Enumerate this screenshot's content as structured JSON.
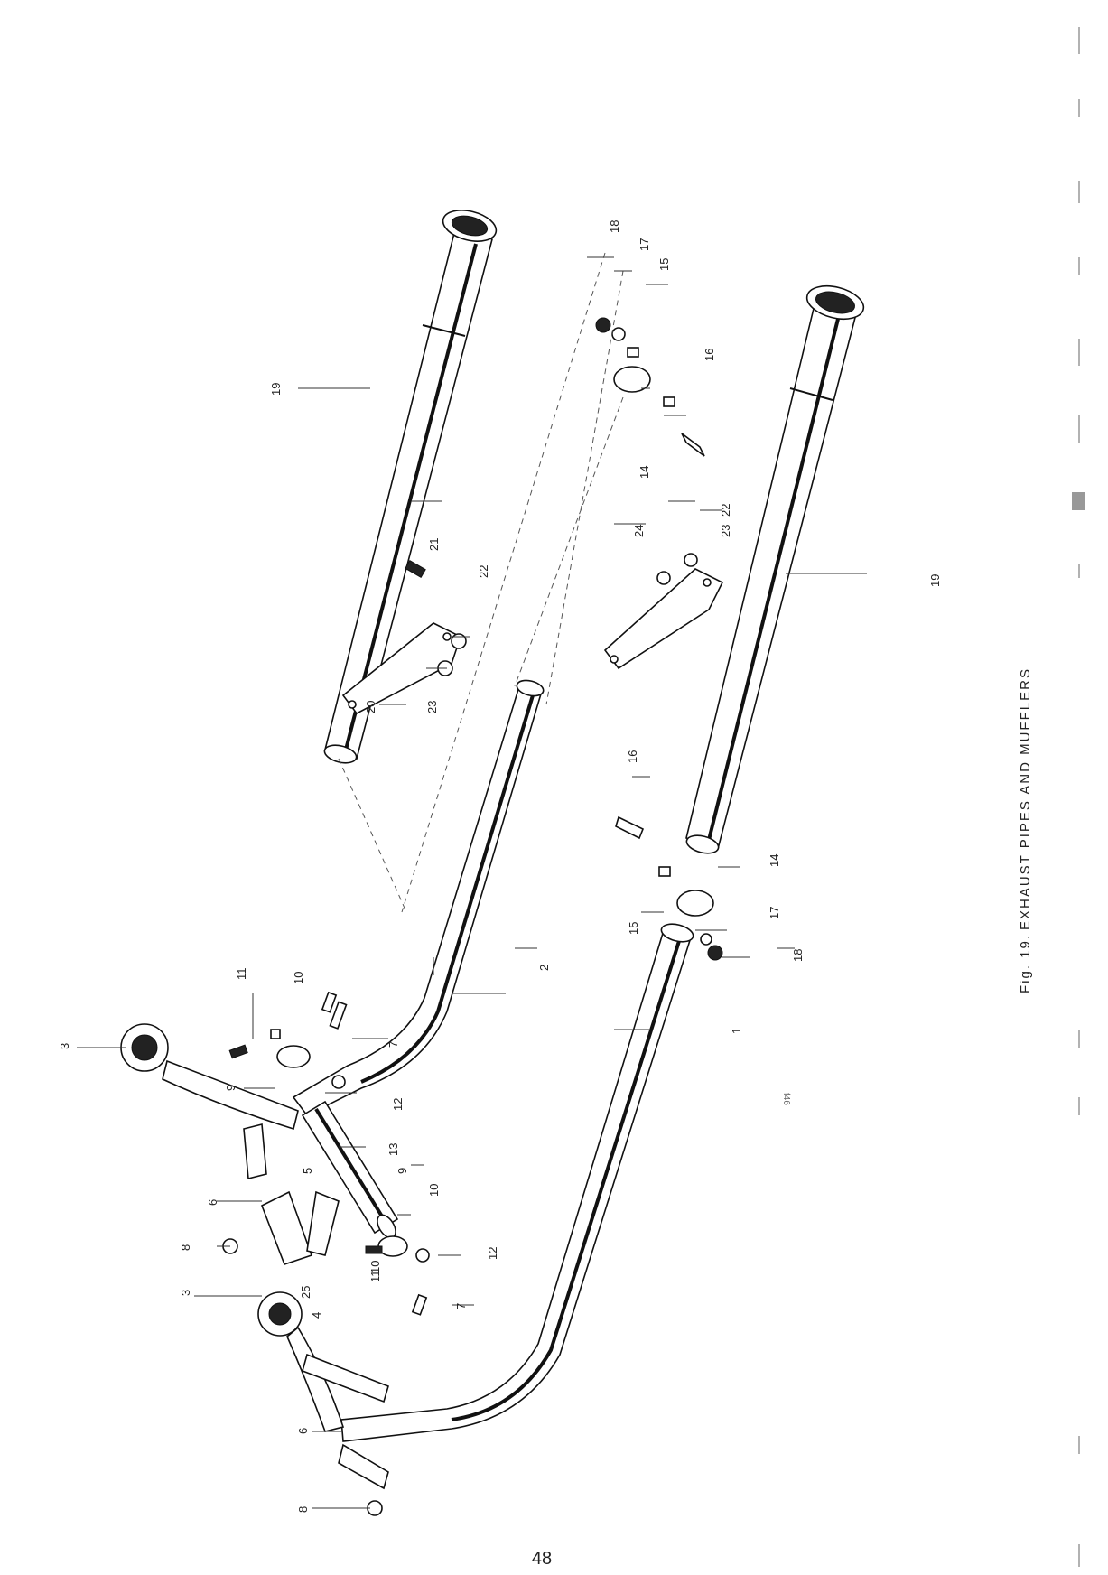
{
  "caption": {
    "fig": "Fig. 19.",
    "title": "EXHAUST PIPES AND MUFFLERS"
  },
  "page_number": "48",
  "stray_mark": "f46",
  "callouts": {
    "c1": "1",
    "c2": "2",
    "c3a": "3",
    "c3b": "3",
    "c4": "4",
    "c25": "25",
    "c5": "5",
    "c6a": "6",
    "c6b": "6",
    "c7a": "7",
    "c7b": "7",
    "c8a": "8",
    "c8b": "8",
    "c9a": "9",
    "c9b": "9",
    "c10a": "10",
    "c10b": "10",
    "c10c": "10",
    "c11a": "11",
    "c11b": "11",
    "c12a": "12",
    "c12b": "12",
    "c13": "13",
    "c14a": "14",
    "c14b": "14",
    "c15a": "15",
    "c15b": "15",
    "c16a": "16",
    "c16b": "16",
    "c17a": "17",
    "c17b": "17",
    "c18a": "18",
    "c18b": "18",
    "c19a": "19",
    "c19b": "19",
    "c20": "20",
    "c21": "21",
    "c22a": "22",
    "c22b": "22",
    "c23a": "23",
    "c23b": "23",
    "c24": "24"
  }
}
